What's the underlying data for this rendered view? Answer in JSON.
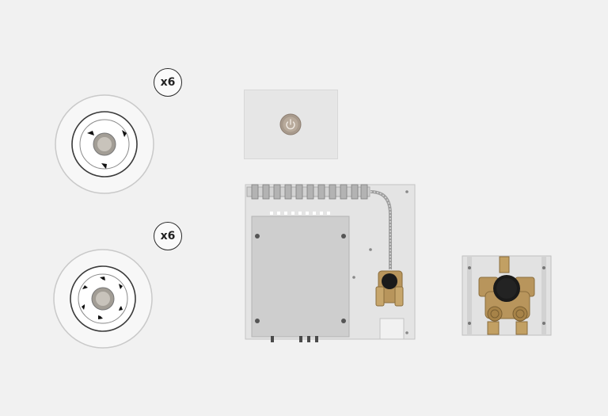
{
  "scene": {
    "background_color": "#f1f1f1",
    "items": [
      {
        "name": "body-jet-3-port",
        "count_label": "x6",
        "port_count": 3
      },
      {
        "name": "body-jet-6-port",
        "count_label": "x6",
        "port_count": 6
      },
      {
        "name": "power-button-panel"
      },
      {
        "name": "control-module-plate"
      },
      {
        "name": "mixing-valve-bracket"
      }
    ],
    "colors": {
      "brass": "#b8955c",
      "plate": "#dcdcdc",
      "enclosure": "#cfcfcf",
      "knob": "#1a1a1a"
    }
  }
}
